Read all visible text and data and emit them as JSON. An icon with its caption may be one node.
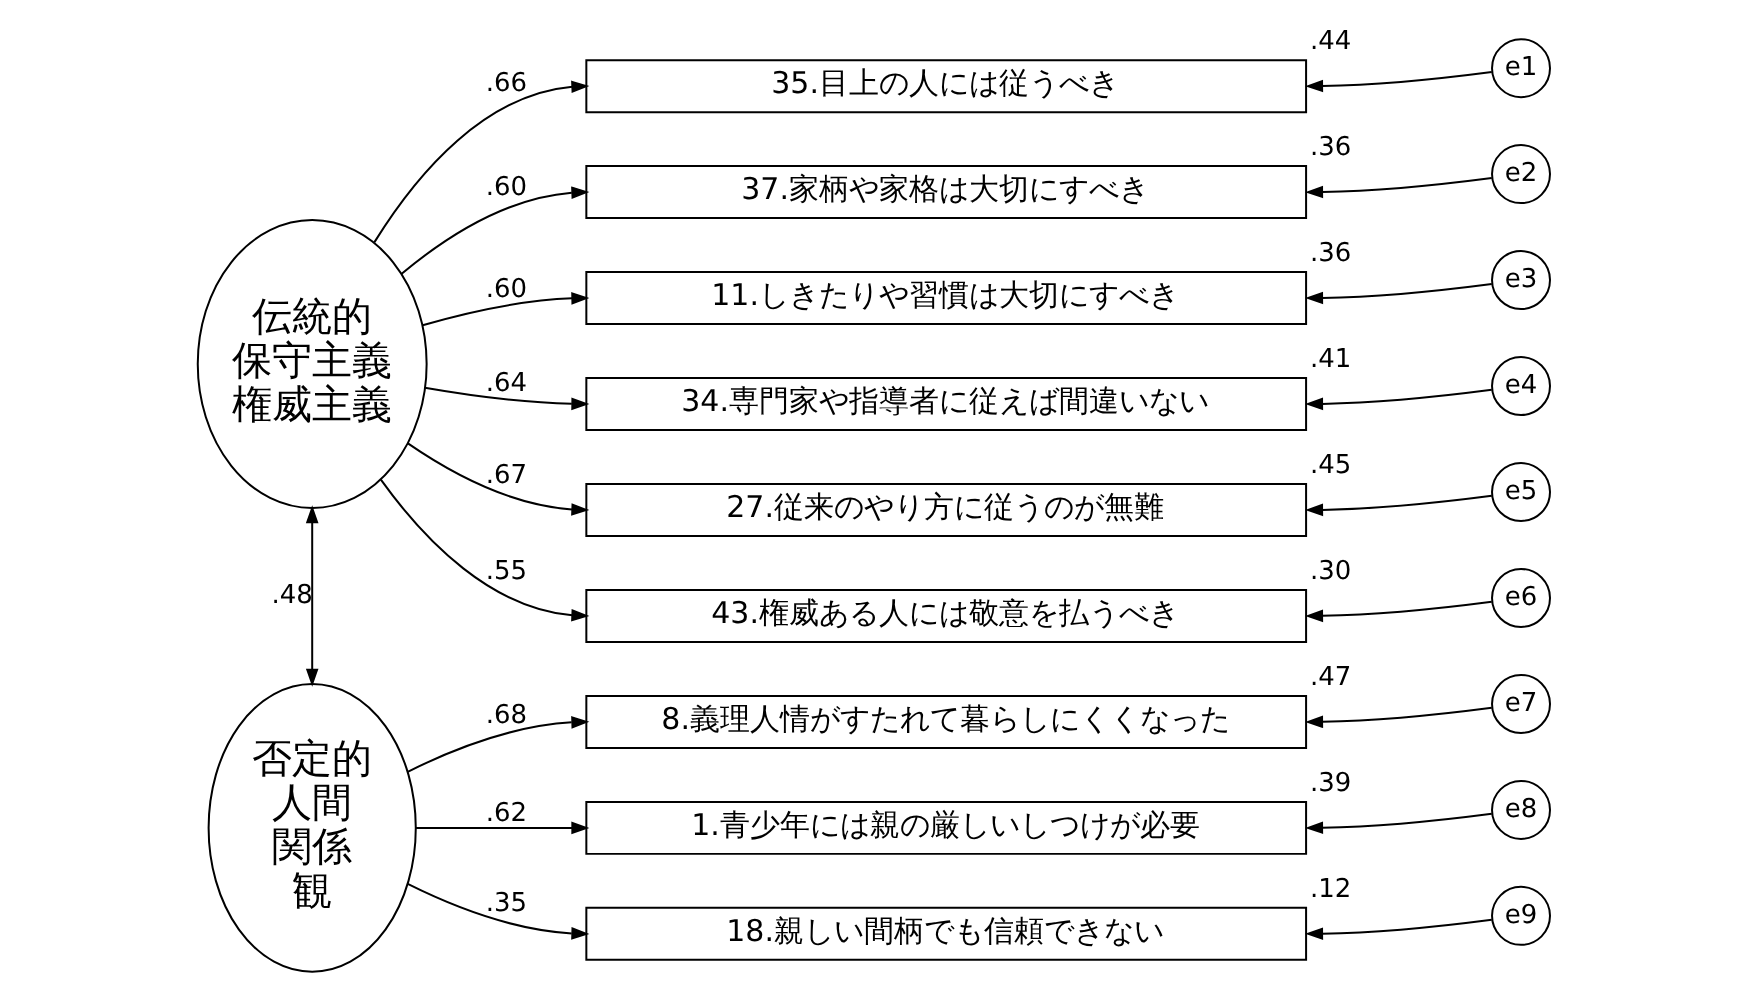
{
  "diagram": {
    "nodes": [
      {
        "text": [
          "伝統的保守主義権威主義"
        ]
      },
      {
        "text": [
          "否定的人間関係観"
        ]
      },
      {
        "text": [
          "35.目上の人には従うべき"
        ],
        "beside": [
          ".44"
        ]
      },
      {
        "text": [
          "37.家柄や家格は大切にすべき"
        ],
        "beside": [
          ".36"
        ]
      },
      {
        "text": [
          "11.しきたりや習慣は大切にすべき"
        ],
        "beside": [
          ".36"
        ]
      },
      {
        "text": [
          "34.専門家や指導者に従えば間違いない"
        ],
        "beside": [
          ".41"
        ]
      },
      {
        "text": [
          "27.従来のやり方に従うのが無難"
        ],
        "beside": [
          ".45"
        ]
      },
      {
        "text": [
          "43.権威ある人には敬意を払うべき"
        ],
        "beside": [
          ".30"
        ]
      },
      {
        "text": [
          "8.義理人情がすたれて暮らしにくくなった"
        ],
        "beside": [
          ".47"
        ]
      },
      {
        "text": [
          "1.青少年には親の厳しいしつけが必要"
        ],
        "beside": [
          ".39"
        ]
      },
      {
        "text": [
          "18.親しい間柄でも信頼できない"
        ],
        "beside": [
          ".12"
        ]
      },
      {
        "text": [
          "e1"
        ]
      },
      {
        "text": [
          "e2"
        ]
      },
      {
        "text": [
          "e3"
        ]
      },
      {
        "text": [
          "e4"
        ]
      },
      {
        "text": [
          "e5"
        ]
      },
      {
        "text": [
          "e6"
        ]
      },
      {
        "text": [
          "e7"
        ]
      },
      {
        "text": [
          "e8"
        ]
      },
      {
        "text": [
          "e9"
        ]
      }
    ],
    "edges": [
      {
        "from": 0,
        "to": 2,
        "arrow": "to",
        "label": ".66"
      },
      {
        "from": 0,
        "to": 3,
        "arrow": "to",
        "label": ".60"
      },
      {
        "from": 0,
        "to": 4,
        "arrow": "to",
        "label": ".60"
      },
      {
        "from": 0,
        "to": 5,
        "arrow": "to",
        "label": ".64"
      },
      {
        "from": 0,
        "to": 6,
        "arrow": "to",
        "label": ".67"
      },
      {
        "from": 0,
        "to": 7,
        "arrow": "to",
        "label": ".55"
      },
      {
        "from": 1,
        "to": 8,
        "arrow": "to",
        "label": ".68"
      },
      {
        "from": 1,
        "to": 9,
        "arrow": "to",
        "label": ".62"
      },
      {
        "from": 1,
        "to": 10,
        "arrow": "to",
        "label": ".35"
      },
      {
        "from": 11,
        "to": 2,
        "arrow": "to"
      },
      {
        "from": 12,
        "to": 3,
        "arrow": "to"
      },
      {
        "from": 13,
        "to": 4,
        "arrow": "to"
      },
      {
        "from": 14,
        "to": 5,
        "arrow": "to"
      },
      {
        "from": 15,
        "to": 6,
        "arrow": "to"
      },
      {
        "from": 16,
        "to": 7,
        "arrow": "to"
      },
      {
        "from": 17,
        "to": 8,
        "arrow": "to"
      },
      {
        "from": 18,
        "to": 9,
        "arrow": "to"
      },
      {
        "from": 19,
        "to": 10,
        "arrow": "to"
      },
      {
        "from": 0,
        "to": 1,
        "arrow": "both",
        "label": ".48"
      }
    ]
  }
}
